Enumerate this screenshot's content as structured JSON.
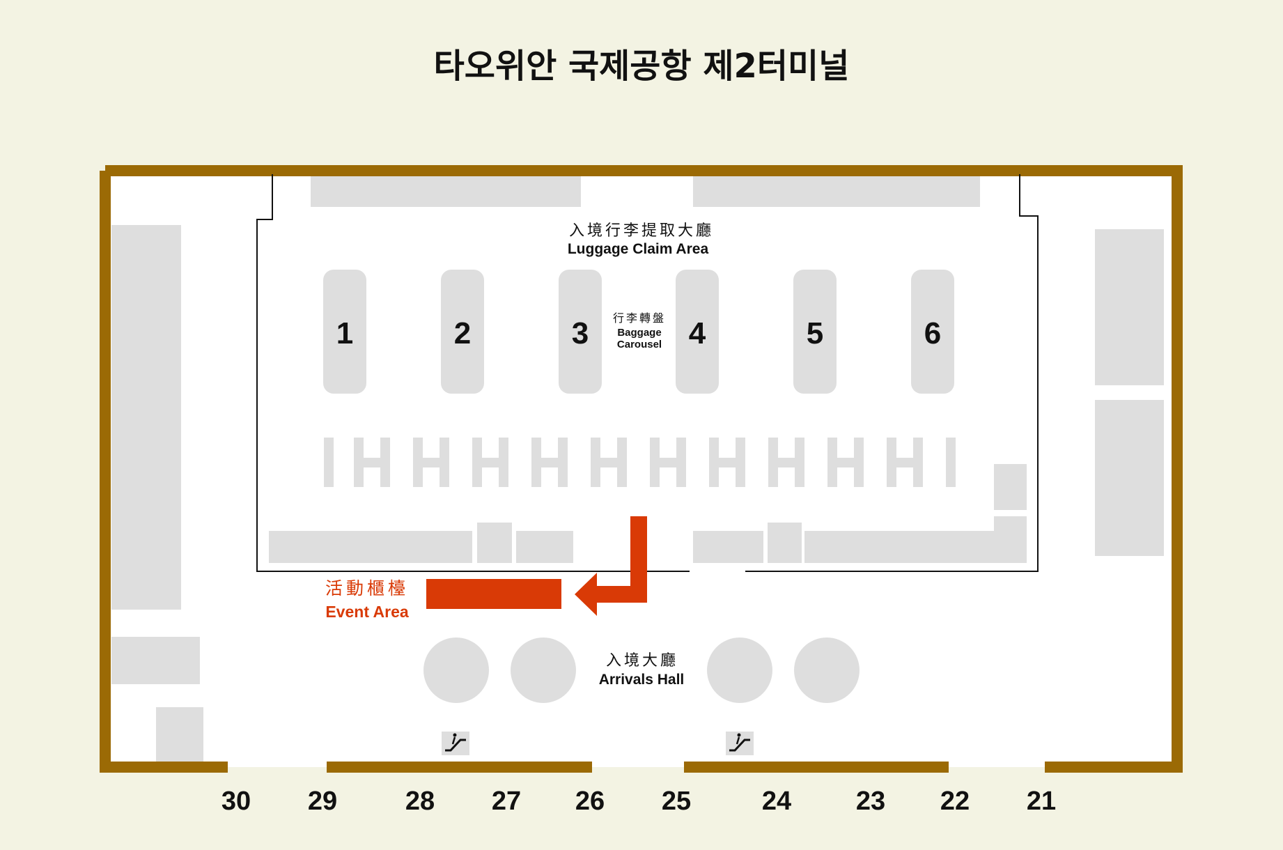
{
  "title": "타오위안 국제공항 제2터미널",
  "luggage_claim": {
    "zh": "入境行李提取大廳",
    "en": "Luggage Claim Area"
  },
  "carousel_label": {
    "zh": "行李轉盤",
    "en_line1": "Baggage",
    "en_line2": "Carousel"
  },
  "carousels": [
    "1",
    "2",
    "3",
    "4",
    "5",
    "6"
  ],
  "event_area": {
    "zh": "活動櫃檯",
    "en": "Event Area"
  },
  "arrivals_hall": {
    "zh": "入境大廳",
    "en": "Arrivals Hall"
  },
  "gates": [
    "30",
    "29",
    "28",
    "27",
    "26",
    "25",
    "24",
    "23",
    "22",
    "21"
  ],
  "icons": {
    "escalator": "escalator-icon"
  },
  "colors": {
    "background": "#f3f3e3",
    "wall": "#9b6a05",
    "fixture": "#dedede",
    "highlight": "#d93a06"
  }
}
